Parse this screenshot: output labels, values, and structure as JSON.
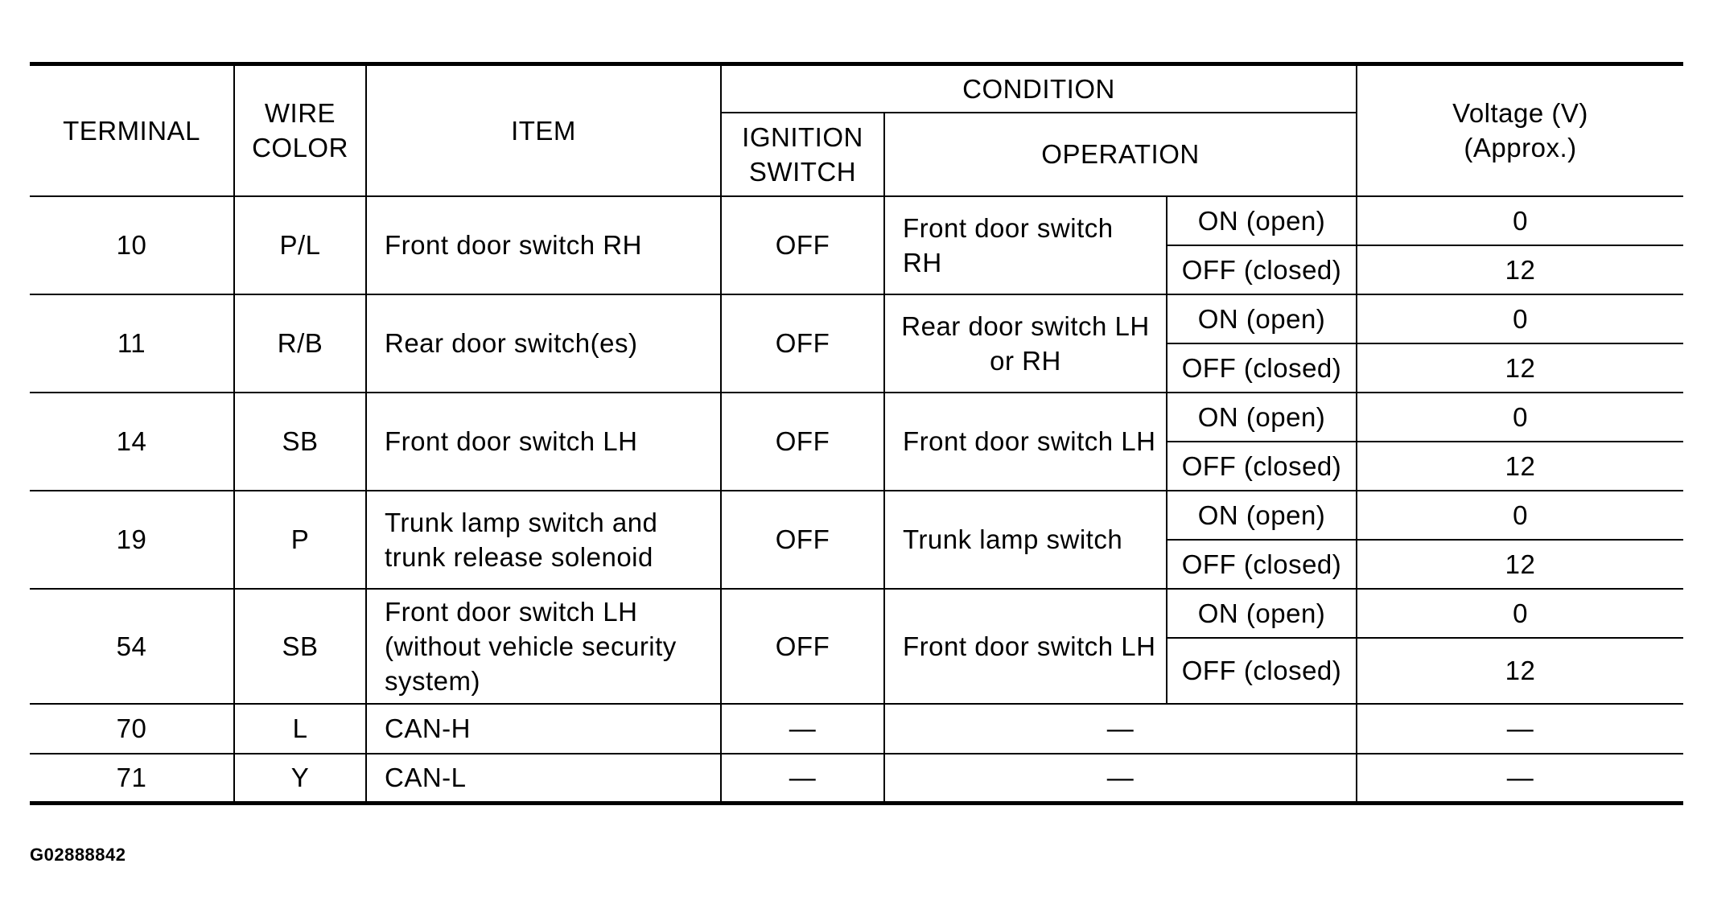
{
  "headers": {
    "terminal": "TERMINAL",
    "wire_color_line1": "WIRE",
    "wire_color_line2": "COLOR",
    "item": "ITEM",
    "condition": "CONDITION",
    "ignition_line1": "IGNITION",
    "ignition_line2": "SWITCH",
    "operation": "OPERATION",
    "voltage_line1": "Voltage (V)",
    "voltage_line2": "(Approx.)"
  },
  "rows": [
    {
      "terminal": "10",
      "wire_color": "P/L",
      "item": [
        "Front door switch RH"
      ],
      "ignition": "OFF",
      "operation_part": [
        "Front door switch",
        "RH"
      ],
      "states": [
        {
          "state": "ON (open)",
          "voltage": "0"
        },
        {
          "state": "OFF (closed)",
          "voltage": "12"
        }
      ]
    },
    {
      "terminal": "11",
      "wire_color": "R/B",
      "item": [
        "Rear door switch(es)"
      ],
      "ignition": "OFF",
      "operation_part": [
        "Rear door switch LH",
        "or RH"
      ],
      "states": [
        {
          "state": "ON (open)",
          "voltage": "0"
        },
        {
          "state": "OFF (closed)",
          "voltage": "12"
        }
      ]
    },
    {
      "terminal": "14",
      "wire_color": "SB",
      "item": [
        "Front door switch LH"
      ],
      "ignition": "OFF",
      "operation_part": [
        "Front door switch LH"
      ],
      "states": [
        {
          "state": "ON (open)",
          "voltage": "0"
        },
        {
          "state": "OFF (closed)",
          "voltage": "12"
        }
      ]
    },
    {
      "terminal": "19",
      "wire_color": "P",
      "item": [
        "Trunk lamp switch and",
        "trunk release solenoid"
      ],
      "ignition": "OFF",
      "operation_part": [
        "Trunk lamp switch"
      ],
      "states": [
        {
          "state": "ON (open)",
          "voltage": "0"
        },
        {
          "state": "OFF (closed)",
          "voltage": "12"
        }
      ]
    },
    {
      "terminal": "54",
      "wire_color": "SB",
      "item": [
        "Front door switch LH",
        "(without vehicle security",
        "system)"
      ],
      "ignition": "OFF",
      "operation_part": [
        "Front door switch LH"
      ],
      "states": [
        {
          "state": "ON (open)",
          "voltage": "0"
        },
        {
          "state": "OFF (closed)",
          "voltage": "12"
        }
      ]
    }
  ],
  "simple_rows": [
    {
      "terminal": "70",
      "wire_color": "L",
      "item": "CAN-H",
      "ignition": "—",
      "operation": "—",
      "voltage": "—"
    },
    {
      "terminal": "71",
      "wire_color": "Y",
      "item": "CAN-L",
      "ignition": "—",
      "operation": "—",
      "voltage": "—"
    }
  ],
  "figure_code": "G02888842"
}
